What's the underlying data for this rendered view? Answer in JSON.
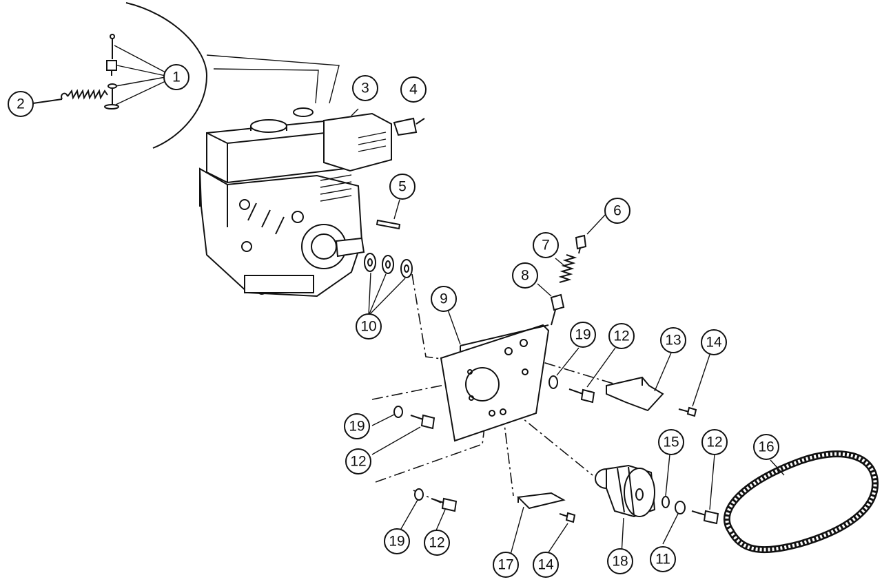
{
  "callouts": [
    {
      "id": "c1",
      "label": "1"
    },
    {
      "id": "c2",
      "label": "2"
    },
    {
      "id": "c3",
      "label": "3"
    },
    {
      "id": "c4",
      "label": "4"
    },
    {
      "id": "c5",
      "label": "5"
    },
    {
      "id": "c6",
      "label": "6"
    },
    {
      "id": "c7",
      "label": "7"
    },
    {
      "id": "c8",
      "label": "8"
    },
    {
      "id": "c9",
      "label": "9"
    },
    {
      "id": "c10",
      "label": "10"
    },
    {
      "id": "c19a",
      "label": "19"
    },
    {
      "id": "c12a",
      "label": "12"
    },
    {
      "id": "c13",
      "label": "13"
    },
    {
      "id": "c14a",
      "label": "14"
    },
    {
      "id": "c19b",
      "label": "19"
    },
    {
      "id": "c12b",
      "label": "12"
    },
    {
      "id": "c15",
      "label": "15"
    },
    {
      "id": "c12c",
      "label": "12"
    },
    {
      "id": "c16",
      "label": "16"
    },
    {
      "id": "c19c",
      "label": "19"
    },
    {
      "id": "c12d",
      "label": "12"
    },
    {
      "id": "c17",
      "label": "17"
    },
    {
      "id": "c14b",
      "label": "14"
    },
    {
      "id": "c18",
      "label": "18"
    },
    {
      "id": "c11",
      "label": "11"
    }
  ]
}
